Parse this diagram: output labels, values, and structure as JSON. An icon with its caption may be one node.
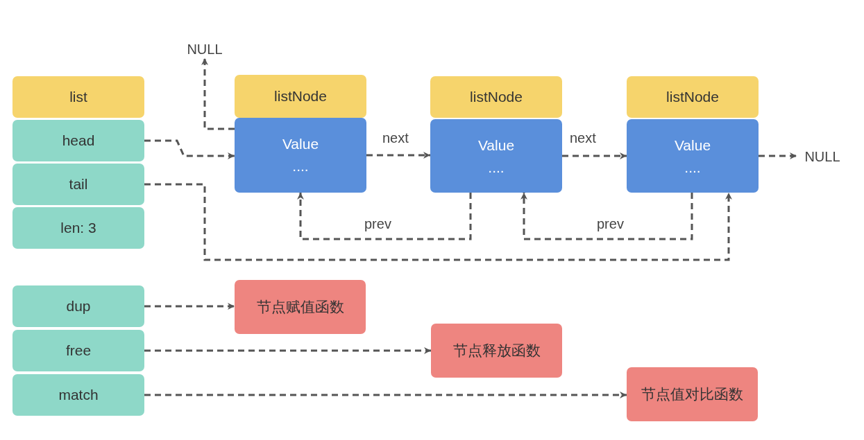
{
  "diagram": {
    "nodes": [
      {
        "text": [
          "list"
        ]
      },
      {
        "text": [
          "head"
        ]
      },
      {
        "text": [
          "tail"
        ]
      },
      {
        "text": [
          "len: 3"
        ]
      },
      {
        "text": [
          "NULL"
        ]
      },
      {
        "text": [
          "listNode"
        ]
      },
      {
        "text": [
          "Value",
          "...."
        ]
      },
      {
        "text": [
          "listNode"
        ]
      },
      {
        "text": [
          "Value",
          "...."
        ]
      },
      {
        "text": [
          "listNode"
        ]
      },
      {
        "text": [
          "Value",
          "...."
        ]
      },
      {
        "text": [
          "NULL"
        ]
      },
      {
        "text": [
          "dup"
        ]
      },
      {
        "text": [
          "free"
        ]
      },
      {
        "text": [
          "match"
        ]
      },
      {
        "text": [
          "节点赋值函数"
        ]
      },
      {
        "text": [
          "节点释放函数"
        ]
      },
      {
        "text": [
          "节点值对比函数"
        ]
      }
    ],
    "edges": [
      {
        "from": 1,
        "to": 6,
        "arrow": "to"
      },
      {
        "from": 6,
        "to": 4,
        "arrow": "to"
      },
      {
        "from": 6,
        "to": 8,
        "arrow": "to",
        "label": "next"
      },
      {
        "from": 8,
        "to": 10,
        "arrow": "to",
        "label": "next"
      },
      {
        "from": 10,
        "to": 11,
        "arrow": "to"
      },
      {
        "from": 8,
        "to": 6,
        "arrow": "to",
        "label": "prev"
      },
      {
        "from": 10,
        "to": 8,
        "arrow": "to",
        "label": "prev"
      },
      {
        "from": 2,
        "to": 10,
        "arrow": "to"
      },
      {
        "from": 12,
        "to": 15,
        "arrow": "to"
      },
      {
        "from": 13,
        "to": 16,
        "arrow": "to"
      },
      {
        "from": 14,
        "to": 17,
        "arrow": "to"
      }
    ]
  }
}
